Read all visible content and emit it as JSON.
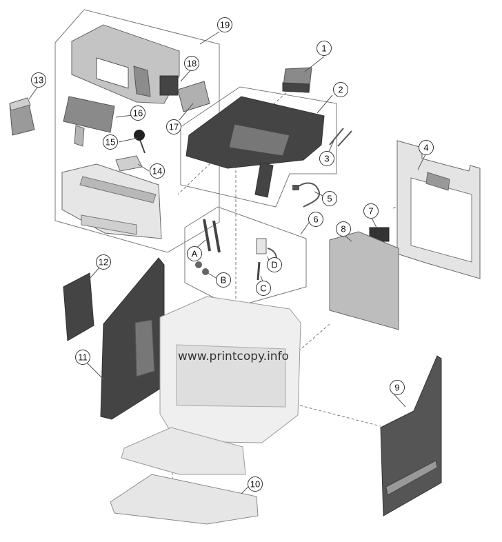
{
  "diagram": {
    "colors": {
      "part_fill": "#d8d8d8",
      "part_dark": "#555555",
      "part_mid": "#9a9a9a",
      "outline": "#6a6a6a",
      "leader": "#555555"
    },
    "callouts": [
      {
        "id": "c1",
        "label": "1"
      },
      {
        "id": "c2",
        "label": "2"
      },
      {
        "id": "c3",
        "label": "3"
      },
      {
        "id": "c4",
        "label": "4"
      },
      {
        "id": "c5",
        "label": "5"
      },
      {
        "id": "c6",
        "label": "6"
      },
      {
        "id": "c7",
        "label": "7"
      },
      {
        "id": "c8",
        "label": "8"
      },
      {
        "id": "c9",
        "label": "9"
      },
      {
        "id": "c10",
        "label": "10"
      },
      {
        "id": "c11",
        "label": "11"
      },
      {
        "id": "c12",
        "label": "12"
      },
      {
        "id": "c13",
        "label": "13"
      },
      {
        "id": "c14",
        "label": "14"
      },
      {
        "id": "c15",
        "label": "15"
      },
      {
        "id": "c16",
        "label": "16"
      },
      {
        "id": "c17",
        "label": "17"
      },
      {
        "id": "c18",
        "label": "18"
      },
      {
        "id": "c19",
        "label": "19"
      },
      {
        "id": "cA",
        "label": "A"
      },
      {
        "id": "cB",
        "label": "B"
      },
      {
        "id": "cC",
        "label": "C"
      },
      {
        "id": "cD",
        "label": "D"
      }
    ],
    "watermark": "www.printcopy.info"
  }
}
